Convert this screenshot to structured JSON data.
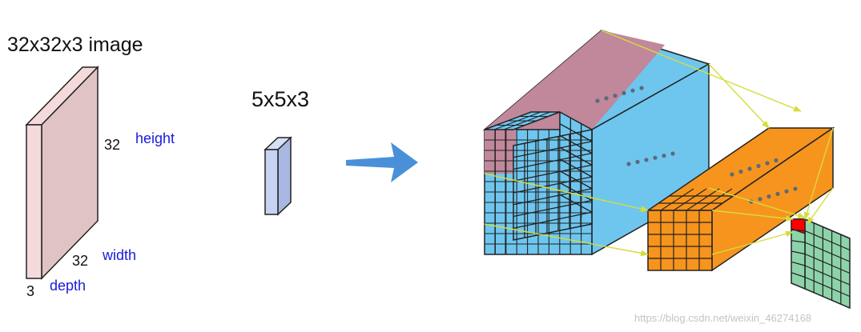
{
  "input_volume": {
    "title": "32x32x3 image",
    "height_value": "32",
    "height_label": "height",
    "width_value": "32",
    "width_label": "width",
    "depth_value": "3",
    "depth_label": "depth"
  },
  "filter": {
    "title": "5x5x3"
  },
  "watermark": "https://blog.csdn.net/weixin_46274168",
  "colors": {
    "image_face": "#f4dada",
    "filter_face": "#c7d3f3",
    "arrow": "#4a90d9",
    "volume_blue": "#6ec6ef",
    "receptive_pink": "#c0889a",
    "orange": "#f7941d",
    "output_green": "#8dd3a9",
    "output_red": "#ff0000",
    "guide_lines": "#d6dc3c"
  }
}
